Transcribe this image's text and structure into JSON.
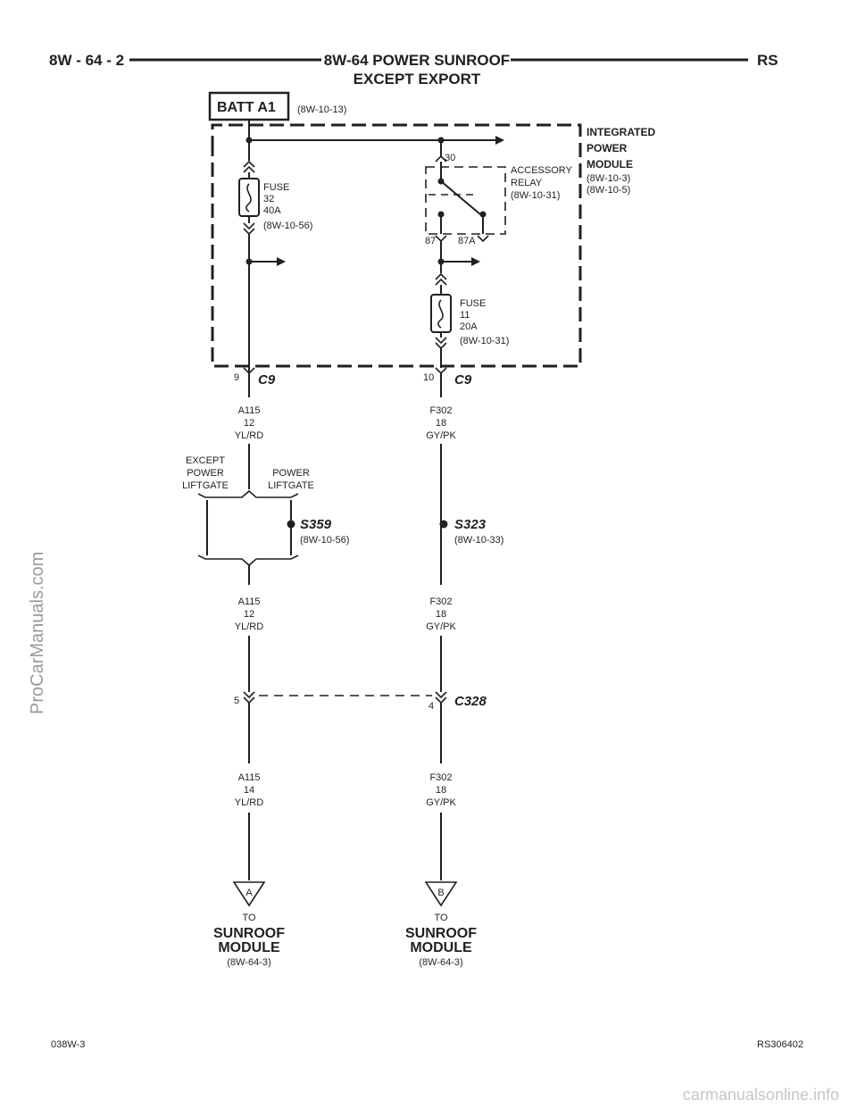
{
  "header": {
    "left": "8W - 64 - 2",
    "title_line1": "8W-64 POWER SUNROOF",
    "title_line2": "EXCEPT EXPORT",
    "right": "RS"
  },
  "batt": {
    "label": "BATT A1",
    "ref": "(8W-10-13)"
  },
  "ipm": {
    "line1": "INTEGRATED",
    "line2": "POWER",
    "line3": "MODULE",
    "ref1": "(8W-10-3)",
    "ref2": "(8W-10-5)"
  },
  "fuse32": {
    "line1": "FUSE",
    "line2": "32",
    "line3": "40A",
    "ref": "(8W-10-56)"
  },
  "relay": {
    "pin_in": "30",
    "line1": "ACCESSORY",
    "line2": "RELAY",
    "ref": "(8W-10-31)",
    "pin_no": "87",
    "pin_nc": "87A"
  },
  "fuse11": {
    "line1": "FUSE",
    "line2": "11",
    "line3": "20A",
    "ref": "(8W-10-31)"
  },
  "c9_left": {
    "pin": "9",
    "name": "C9"
  },
  "c9_right": {
    "pin": "10",
    "name": "C9"
  },
  "wire_a115_1": {
    "circuit": "A115",
    "gauge": "12",
    "color": "YL/RD"
  },
  "wire_f302_1": {
    "circuit": "F302",
    "gauge": "18",
    "color": "GY/PK"
  },
  "option_left": {
    "line1": "EXCEPT",
    "line2": "POWER",
    "line3": "LIFTGATE"
  },
  "option_right": {
    "line1": "POWER",
    "line2": "LIFTGATE"
  },
  "s359": {
    "name": "S359",
    "ref": "(8W-10-56)"
  },
  "s323": {
    "name": "S323",
    "ref": "(8W-10-33)"
  },
  "wire_a115_2": {
    "circuit": "A115",
    "gauge": "12",
    "color": "YL/RD"
  },
  "wire_f302_2": {
    "circuit": "F302",
    "gauge": "18",
    "color": "GY/PK"
  },
  "c328": {
    "pin_left": "5",
    "pin_right": "4",
    "name": "C328"
  },
  "wire_a115_3": {
    "circuit": "A115",
    "gauge": "14",
    "color": "YL/RD"
  },
  "wire_f302_3": {
    "circuit": "F302",
    "gauge": "18",
    "color": "GY/PK"
  },
  "dest_a": {
    "letter": "A",
    "to": "TO",
    "line1": "SUNROOF",
    "line2": "MODULE",
    "ref": "(8W-64-3)"
  },
  "dest_b": {
    "letter": "B",
    "to": "TO",
    "line1": "SUNROOF",
    "line2": "MODULE",
    "ref": "(8W-64-3)"
  },
  "footer": {
    "left": "038W-3",
    "right": "RS306402"
  },
  "watermark": {
    "side": "ProCarManuals.com",
    "bottom": "carmanualsonline.info"
  }
}
